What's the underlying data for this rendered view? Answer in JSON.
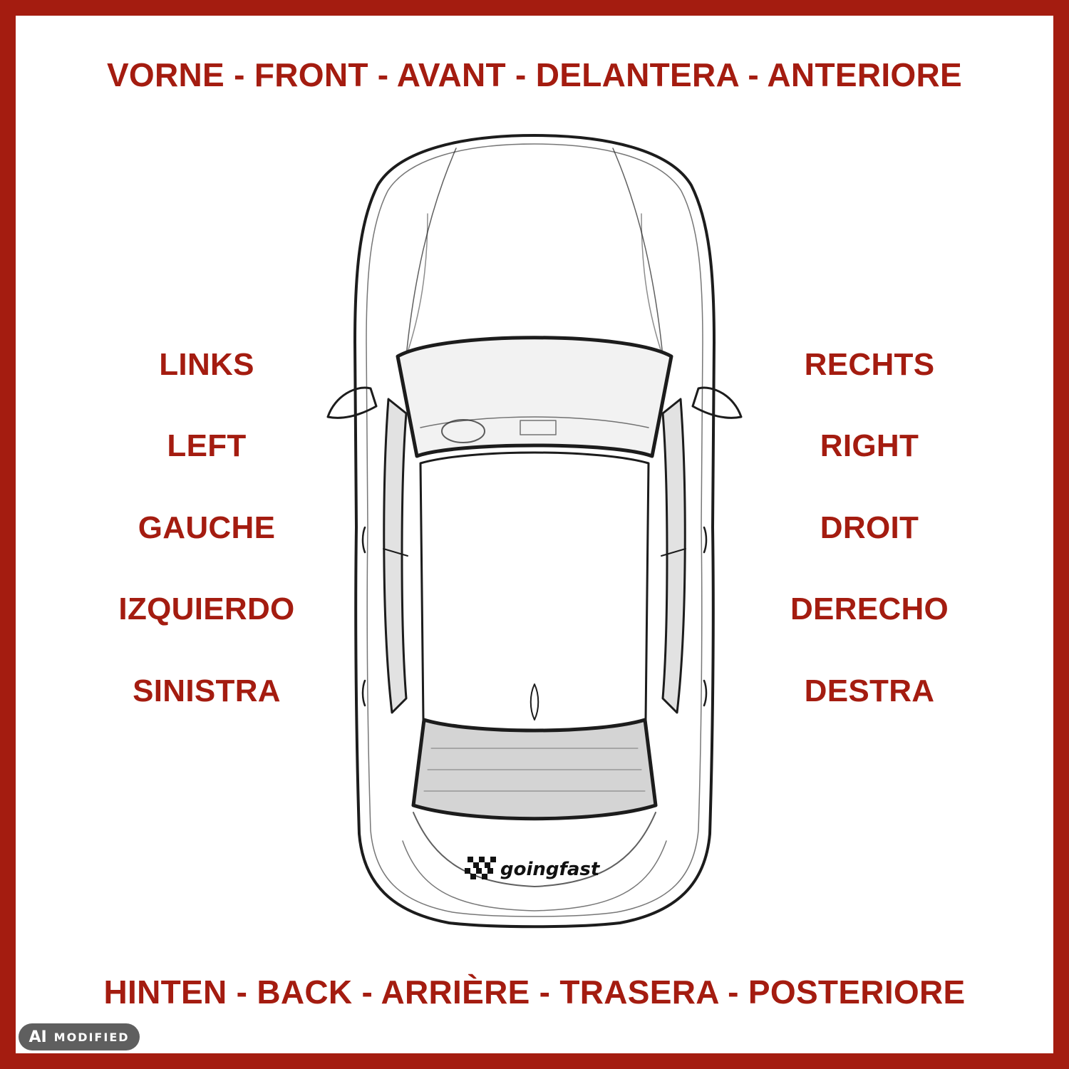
{
  "front_label": "VORNE - FRONT - AVANT - DELANTERA - ANTERIORE",
  "back_label": "HINTEN - BACK - ARRIÈRE - TRASERA - POSTERIORE",
  "left_labels": [
    "LINKS",
    "LEFT",
    "GAUCHE",
    "IZQUIERDO",
    "SINISTRA"
  ],
  "right_labels": [
    "RECHTS",
    "RIGHT",
    "DROIT",
    "DERECHO",
    "DESTRA"
  ],
  "logo": {
    "text": "goingfast",
    "icon": "checkered-flag-icon"
  },
  "badge": {
    "ai": "AI",
    "text": "MODIFIED"
  },
  "colors": {
    "accent": "#a41c10",
    "ink": "#1c1c1c",
    "badge": "#5f5f5f"
  }
}
